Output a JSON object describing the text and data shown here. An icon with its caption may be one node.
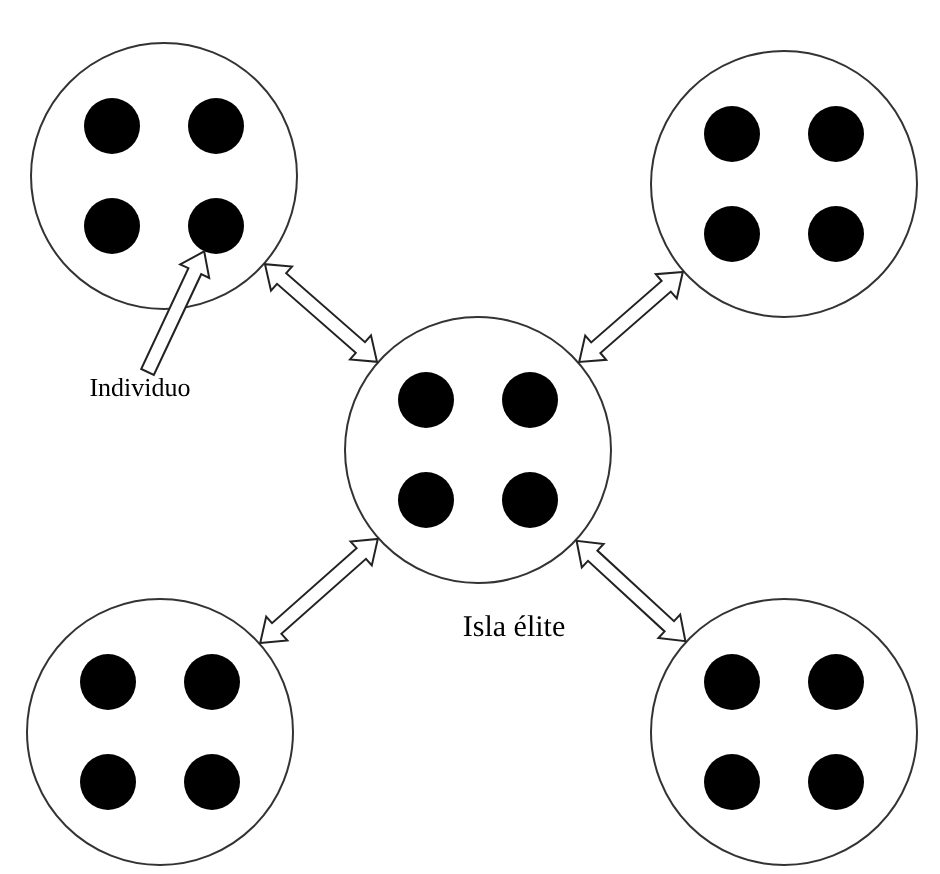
{
  "diagram": {
    "nodes": [
      {
        "text": [],
        "shape": "circle"
      },
      {
        "text": [],
        "shape": "circle",
        "in": 0
      },
      {
        "text": [],
        "shape": "circle",
        "in": 0
      },
      {
        "text": [],
        "shape": "circle",
        "in": 0
      },
      {
        "text": [],
        "shape": "circle",
        "in": 0
      },
      {
        "text": [],
        "shape": "circle"
      },
      {
        "text": [],
        "shape": "circle",
        "in": 5
      },
      {
        "text": [],
        "shape": "circle",
        "in": 5
      },
      {
        "text": [],
        "shape": "circle",
        "in": 5
      },
      {
        "text": [],
        "shape": "circle",
        "in": 5
      },
      {
        "text": [],
        "shape": "circle",
        "beside": [
          "Isla élite"
        ]
      },
      {
        "text": [],
        "shape": "circle",
        "in": 10
      },
      {
        "text": [],
        "shape": "circle",
        "in": 10
      },
      {
        "text": [],
        "shape": "circle",
        "in": 10
      },
      {
        "text": [],
        "shape": "circle",
        "in": 10
      },
      {
        "text": [],
        "shape": "circle"
      },
      {
        "text": [],
        "shape": "circle",
        "in": 15
      },
      {
        "text": [],
        "shape": "circle",
        "in": 15
      },
      {
        "text": [],
        "shape": "circle",
        "in": 15
      },
      {
        "text": [],
        "shape": "circle",
        "in": 15
      },
      {
        "text": [],
        "shape": "circle"
      },
      {
        "text": [],
        "shape": "circle",
        "in": 20
      },
      {
        "text": [],
        "shape": "circle",
        "in": 20
      },
      {
        "text": [],
        "shape": "circle",
        "in": 20
      },
      {
        "text": [],
        "shape": "circle",
        "in": 20
      },
      {
        "text": [
          "Individuo"
        ]
      }
    ],
    "edges": [
      {
        "from": 0,
        "to": 10,
        "arrow": "both"
      },
      {
        "from": 5,
        "to": 10,
        "arrow": "both"
      },
      {
        "from": 15,
        "to": 10,
        "arrow": "both"
      },
      {
        "from": 20,
        "to": 10,
        "arrow": "both"
      },
      {
        "from": 25,
        "to": 4,
        "arrow": "to"
      }
    ]
  }
}
